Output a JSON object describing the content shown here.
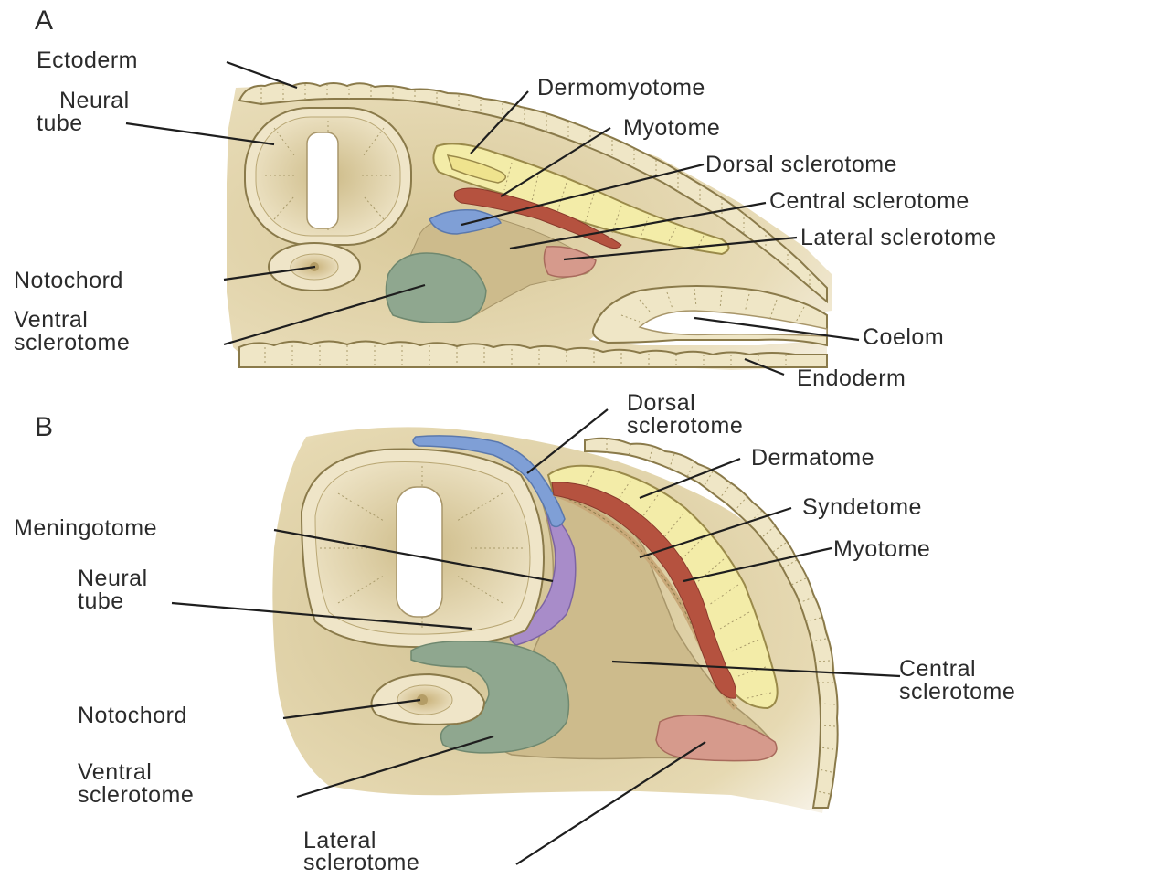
{
  "colors": {
    "tissue": "#e6d9b2",
    "tissue_dark": "#cbb98a",
    "neural": "#ede2c2",
    "sclerotome_central": "#cdbb8c",
    "dermatome": "#f3eca8",
    "myotome": "#b5523f",
    "dorsal_sclerotome": "#7f9fd6",
    "meningotome": "#a88cc9",
    "ventral_sclerotome": "#8fa78f",
    "lateral_sclerotome": "#d69a8c",
    "notochord": "#e9ddb5"
  },
  "panel_a": {
    "letter": "A",
    "labels": {
      "ectoderm": "Ectoderm",
      "neural_tube_1": "Neural",
      "neural_tube_2": "tube",
      "dermomyotome": "Dermomyotome",
      "myotome": "Myotome",
      "dorsal_sclerotome": "Dorsal sclerotome",
      "central_sclerotome": "Central sclerotome",
      "lateral_sclerotome": "Lateral sclerotome",
      "notochord": "Notochord",
      "ventral_sclerotome_1": "Ventral",
      "ventral_sclerotome_2": "sclerotome",
      "coelom": "Coelom",
      "endoderm": "Endoderm"
    }
  },
  "panel_b": {
    "letter": "B",
    "labels": {
      "dorsal_sclerotome_1": "Dorsal",
      "dorsal_sclerotome_2": "sclerotome",
      "dermatome": "Dermatome",
      "meningotome": "Meningotome",
      "syndetome": "Syndetome",
      "myotome": "Myotome",
      "neural_tube_1": "Neural",
      "neural_tube_2": "tube",
      "central_sclerotome_1": "Central",
      "central_sclerotome_2": "sclerotome",
      "notochord": "Notochord",
      "ventral_sclerotome_1": "Ventral",
      "ventral_sclerotome_2": "sclerotome",
      "lateral_sclerotome_1": "Lateral",
      "lateral_sclerotome_2": "sclerotome"
    }
  }
}
